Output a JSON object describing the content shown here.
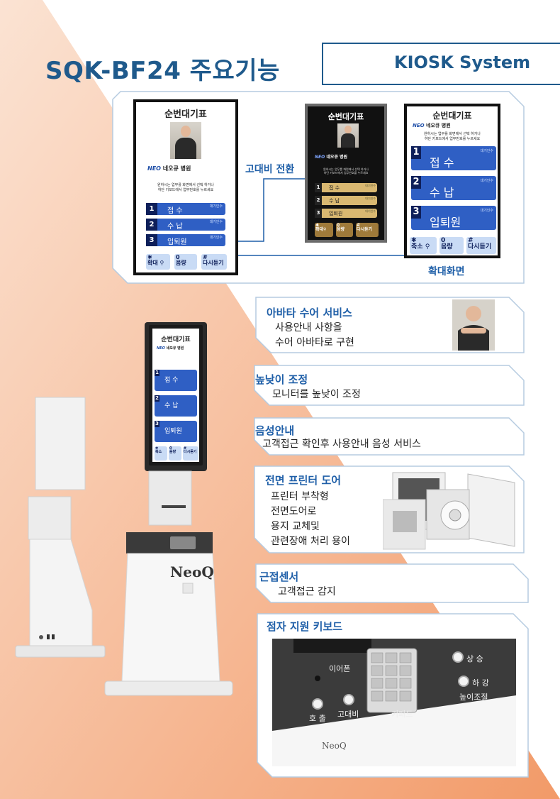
{
  "header": {
    "title": "SQK-BF24 주요기능",
    "system_label": "KIOSK System"
  },
  "colors": {
    "accent_blue": "#1f5a8c",
    "button_blue": "#2f5fc4",
    "button_navy": "#0e1f5a",
    "contrast_gold": "#d9b871",
    "panel_border": "#b6cbe0",
    "background_wedge": "#f3a77c"
  },
  "kiosk_screen": {
    "title": "순번대기표",
    "brand_logo": "NEO",
    "brand_name": "네오큐 병원",
    "instruction_line1": "원하시는 업무를 화면에서 선택 하거나",
    "instruction_line2": "하단 키보드에서 업무번호를 누르세요",
    "wait_label": "대기인수",
    "menu": [
      {
        "number": "1",
        "label": "접 수"
      },
      {
        "number": "2",
        "label": "수 납"
      },
      {
        "number": "3",
        "label": "입퇴원"
      }
    ],
    "keys_normal": [
      {
        "symbol": "✱",
        "label": "확대",
        "icon": "magnifier-icon"
      },
      {
        "symbol": "0",
        "label": "음량"
      },
      {
        "symbol": "#",
        "label": "다시듣기"
      }
    ],
    "keys_zoom": [
      {
        "symbol": "✱",
        "label": "축소",
        "icon": "magnifier-icon"
      },
      {
        "symbol": "0",
        "label": "음량"
      },
      {
        "symbol": "#",
        "label": "다시듣기"
      }
    ]
  },
  "comparison": {
    "contrast_label": "고대비 전환",
    "zoom_label": "확대화면"
  },
  "features": [
    {
      "title": "아바타 수어 서비스",
      "desc": [
        "사용안내 사항을",
        "수어 아바타로  구현"
      ]
    },
    {
      "title": "높낮이 조정",
      "desc": [
        "모니터를 높낮이 조정"
      ]
    },
    {
      "title": "음성안내",
      "desc": [
        "고객접근 확인후 사용안내 음성 서비스"
      ]
    },
    {
      "title": "전면 프린터 도어",
      "desc": [
        "프린터 부착형",
        "전면도어로",
        "용지 교체및",
        "관련장애 처리 용이"
      ]
    },
    {
      "title": "근접센서",
      "desc": [
        "고객접근 감지"
      ]
    },
    {
      "title": "점자 지원 키보드",
      "desc": []
    }
  ],
  "kiosk_brand": "NeoQ",
  "keyboard_panel": {
    "earphone": "이어폰",
    "call": "호 출",
    "contrast": "고대비",
    "keypad": "키패드",
    "up": "상 승",
    "down": "하 강",
    "height_adjust": "높이조절",
    "brand": "NeoQ"
  }
}
